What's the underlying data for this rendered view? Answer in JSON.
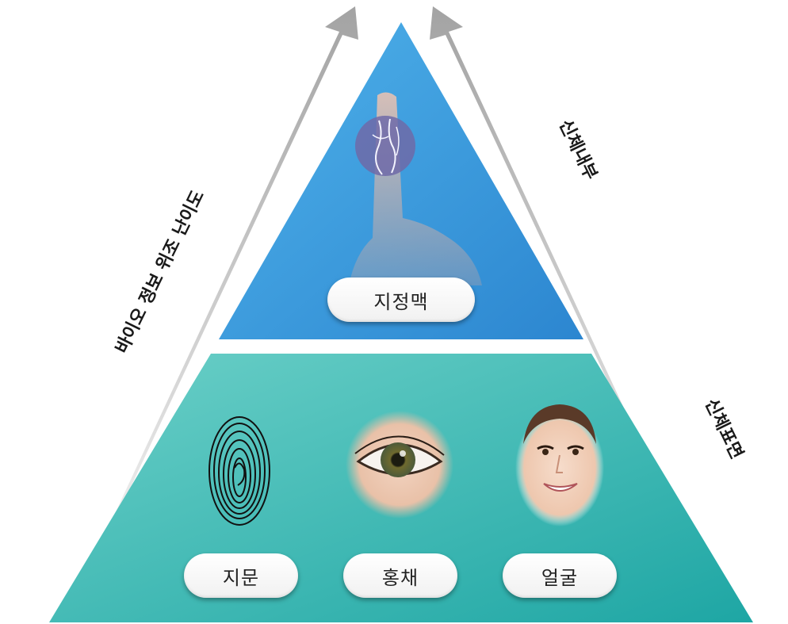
{
  "pyramid": {
    "top": {
      "label": "지정맥",
      "image": "finger-vein-icon"
    },
    "bottom": [
      {
        "label": "지문",
        "image": "fingerprint-icon"
      },
      {
        "label": "홍채",
        "image": "iris-eye-icon"
      },
      {
        "label": "얼굴",
        "image": "face-icon"
      }
    ]
  },
  "arrows": {
    "left_label": "바이오 정보 위조 난이도",
    "right_top_label": "신체내부",
    "right_bottom_label": "신체표면"
  },
  "colors": {
    "top_tier": "#3a9de0",
    "bottom_tier": "#3fbcb8",
    "arrow": "#a9a9a9"
  }
}
